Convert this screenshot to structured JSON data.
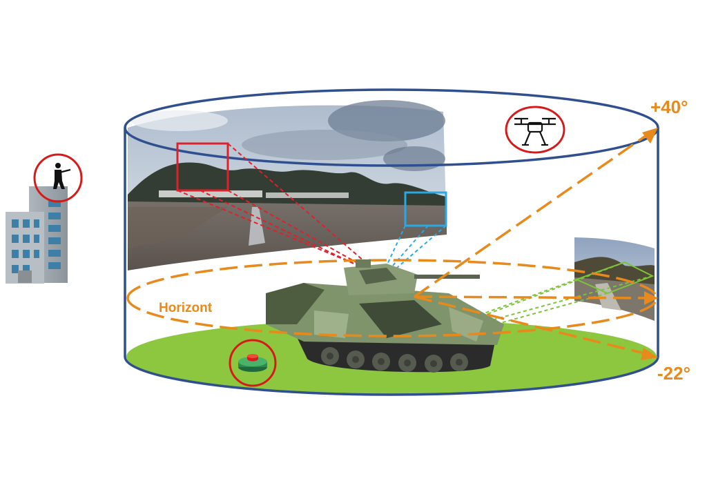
{
  "labels": {
    "upper_angle": "+40°",
    "lower_angle": "-22°",
    "horizon": "Horizont"
  },
  "colors": {
    "cylinder_outline": "#2f4f8f",
    "orange": "#e8891c",
    "threat_circle": "#d61a1a",
    "camera_box_red": "#e0202a",
    "camera_box_blue": "#2aa8e0",
    "camera_box_green": "#7cc43a",
    "ground": "#8dc63f"
  },
  "icons": [
    "building-icon",
    "sniper-icon",
    "drone-icon",
    "landmine-icon",
    "ifv-tank-icon"
  ]
}
